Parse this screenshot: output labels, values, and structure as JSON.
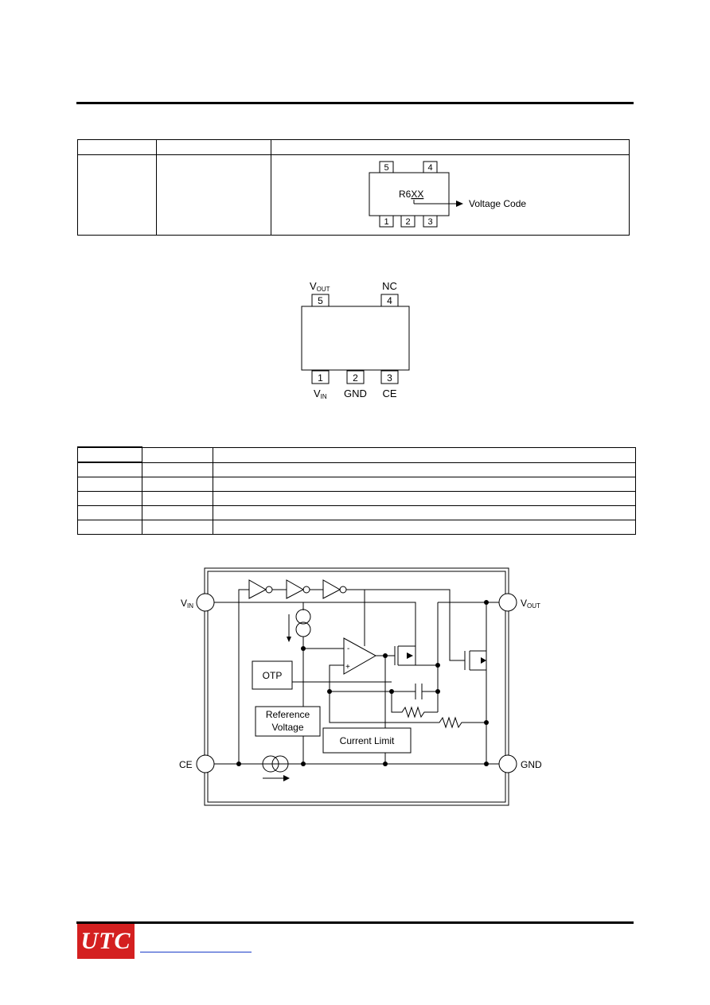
{
  "marking": {
    "pins_top": [
      "5",
      "4"
    ],
    "pins_bottom": [
      "1",
      "2",
      "3"
    ],
    "code_prefix": "R6",
    "code_xx": "XX",
    "voltage_code_label": "Voltage Code"
  },
  "pinout": {
    "top_labels": [
      "V",
      "NC"
    ],
    "top_label_sub": "OUT",
    "top_pins": [
      "5",
      "4"
    ],
    "bottom_pins": [
      "1",
      "2",
      "3"
    ],
    "bottom_labels": [
      "V",
      "GND",
      "CE"
    ],
    "bottom_label_sub": "IN"
  },
  "block_diagram": {
    "vin": "V",
    "vin_sub": "IN",
    "vout": "V",
    "vout_sub": "OUT",
    "ce": "CE",
    "gnd": "GND",
    "otp": "OTP",
    "ref_line1": "Reference",
    "ref_line2": "Voltage",
    "current_limit": "Current Limit",
    "amp_minus": "-",
    "amp_plus": "+"
  },
  "footer": {
    "logo": "UTC"
  }
}
